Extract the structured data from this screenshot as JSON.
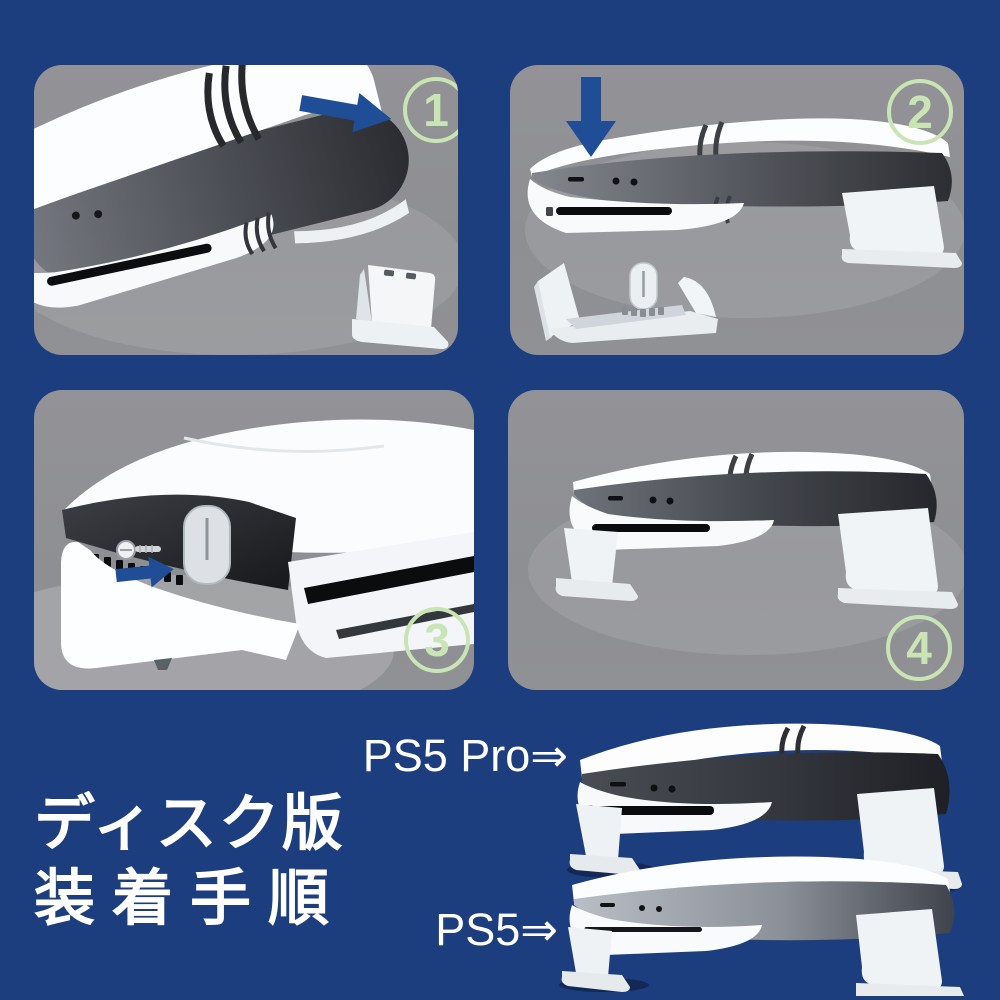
{
  "colors": {
    "background": "#1c3d7e",
    "panel_gray": "#909094",
    "step_badge_green": "#c9e5b6",
    "arrow_blue": "#1f4e96",
    "text_white": "#ffffff"
  },
  "steps": [
    {
      "label": "1"
    },
    {
      "label": "2"
    },
    {
      "label": "3"
    },
    {
      "label": "4"
    }
  ],
  "title": {
    "line1": "ディスク版",
    "line2": "装着手順"
  },
  "consoles": {
    "pro_label": "PS5 Pro⇒",
    "ps5_label": "PS5⇒"
  }
}
